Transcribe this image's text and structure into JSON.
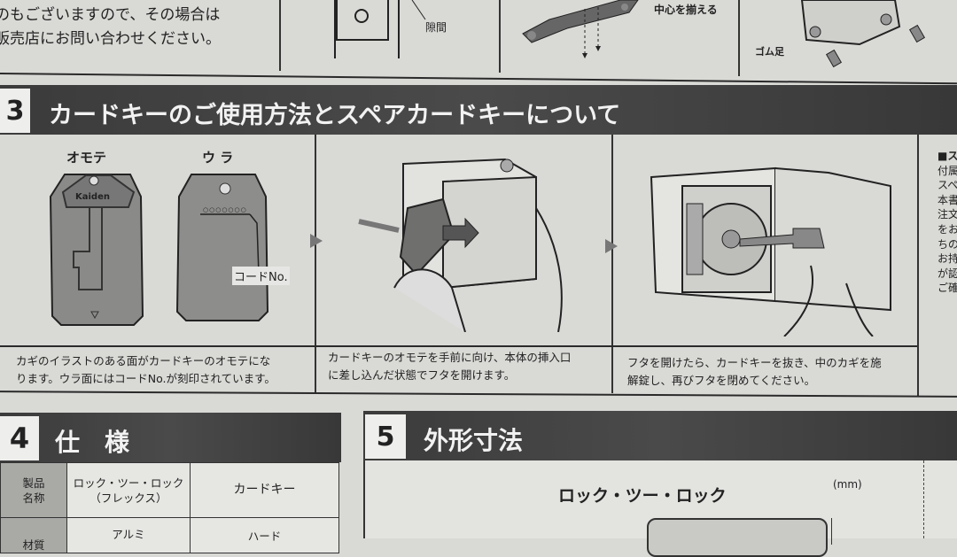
{
  "top": {
    "lines": [
      "のもございますので、その場合は",
      "販売店にお問い合わせください。"
    ],
    "gap_label": "隙間",
    "align_label": "中心を揃える",
    "rubber_foot_label": "ゴム足"
  },
  "section3": {
    "number": "3",
    "title": "カードキーのご使用方法とスペアカードキーについて",
    "panels": [
      {
        "front_label": "オモテ",
        "back_label": "ウ ラ",
        "brand": "Kaiden",
        "code_label": "コードNo.",
        "code_dots": "○○○○○○○",
        "caption": [
          "カギのイラストのある面がカードキーのオモテにな",
          "ります。ウラ面にはコードNo.が刻印されています。"
        ]
      },
      {
        "caption": [
          "カードキーのオモテを手前に向け、本体の挿入口",
          "に差し込んだ状態でフタを開けます。"
        ]
      },
      {
        "caption": [
          "フタを開けたら、カードキーを抜き、中のカギを施",
          "解錠し、再びフタを閉めてください。"
        ]
      }
    ],
    "side_note": {
      "heading": "■ス",
      "lines": [
        "付属",
        "スペ",
        "本書",
        "注文",
        "をお",
        "ちの",
        "お持",
        "が認",
        "ご確"
      ]
    }
  },
  "section4": {
    "number": "4",
    "title": "仕　様",
    "table": {
      "rows": [
        {
          "header": "製品\n名称",
          "cells": [
            "ロック・ツー・ロック\n（フレックス）",
            "カードキー"
          ]
        },
        {
          "header": "材質",
          "cells": [
            "アルミ",
            "ハード"
          ]
        }
      ]
    }
  },
  "section5": {
    "number": "5",
    "title": "外形寸法",
    "product": "ロック・ツー・ロック",
    "unit": "(mm)"
  }
}
